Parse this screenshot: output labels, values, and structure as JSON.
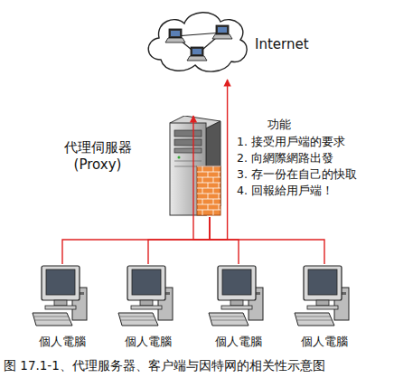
{
  "diagram": {
    "caption": "图 17.1-1、代理服务器、客户端与因特网的相关性示意图",
    "nodes": [
      {
        "text": [
          "Internet"
        ]
      },
      {
        "text": [
          "代理伺服器 (Proxy)"
        ]
      },
      {
        "text": [
          "個人電腦"
        ]
      },
      {
        "text": [
          "個人電腦"
        ]
      },
      {
        "text": [
          "個人電腦"
        ]
      },
      {
        "text": [
          "個人電腦"
        ]
      }
    ],
    "edges": [
      {
        "from": 0,
        "to": 1,
        "arrow": "both"
      },
      {
        "from": 1,
        "to": 2,
        "arrow": "none"
      },
      {
        "from": 1,
        "to": 3,
        "arrow": "none"
      },
      {
        "from": 1,
        "to": 4,
        "arrow": "none"
      },
      {
        "from": 1,
        "to": 5,
        "arrow": "none"
      }
    ],
    "labels": [
      "功能",
      "1. 接受用戶端的要求",
      "2. 向網際網路出發",
      "3. 存一份在自己的快取",
      "4. 回報給用戶端！"
    ]
  }
}
